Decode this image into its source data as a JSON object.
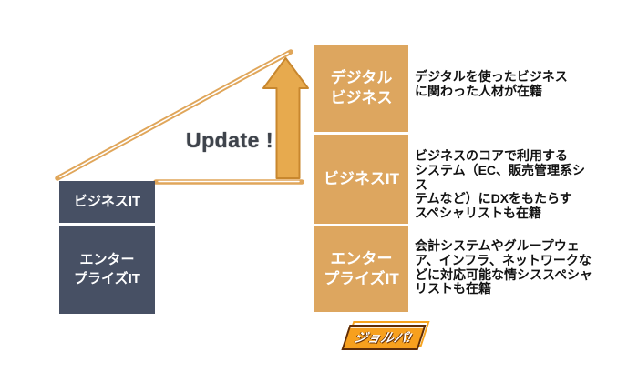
{
  "update_label": "Update !",
  "left_stack": {
    "items": [
      {
        "label": "ビジネスIT"
      },
      {
        "label": "エンター\nプライズIT"
      }
    ]
  },
  "right_stack": {
    "rows": [
      {
        "label": "デジタル\nビジネス",
        "description": "デジタルを使ったビジネス\nに関わった人材が在籍"
      },
      {
        "label": "ビジネスIT",
        "description": "ビジネスのコアで利用する\nシステム（EC、販売管理系シス\nテムなど）にDXをもたらす\nスペシャリストも在籍"
      },
      {
        "label": "エンター\nプライズIT",
        "description": "会計システムやグループウェ\nア、インフラ、ネットワークな\nどに対応可能な情シススペシャ\nリストも在籍"
      }
    ]
  },
  "logo": {
    "text": "ジョルパ!"
  },
  "colors": {
    "dark_box": "#475064",
    "orange_box": "#DDA65F",
    "arrow_fill": "#E7AA4E",
    "arrow_outline": "#C8872E",
    "line_orange": "#E0A65A",
    "update_text": "#3E434B",
    "description_text": "#121212",
    "logo_orange": "#F7A01E",
    "logo_border": "#5F2D08",
    "background": "#FFFFFF"
  }
}
